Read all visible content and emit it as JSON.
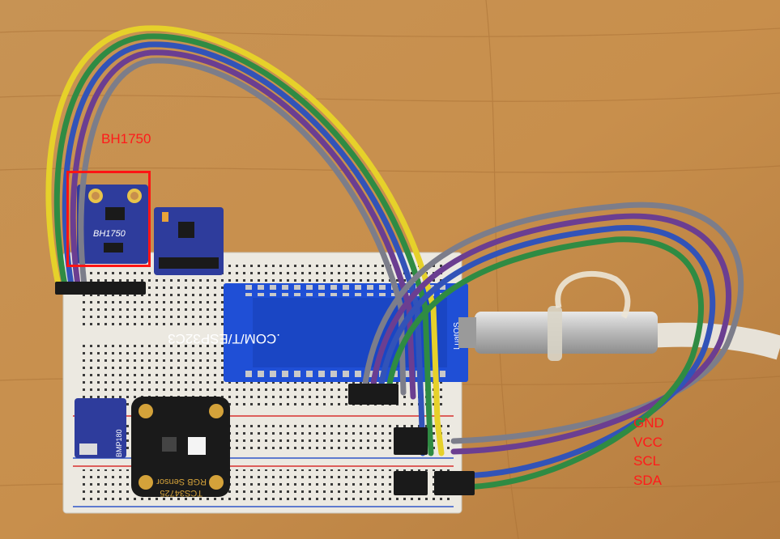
{
  "annotation": {
    "module_label": "BH1750",
    "pin_labels": [
      "GND",
      "VCC",
      "SCL",
      "SDA"
    ],
    "highlight_color": "#ff1414"
  },
  "board_text": {
    "bh1750_silkscreen": "BH1750",
    "esp_url": ".COM/T/ESP32C3",
    "esp_brand": "LuatOS",
    "rgb_line1": "TCS34725",
    "rgb_line2": "RGB Sensor",
    "bmp_label": "BMP180"
  },
  "colors": {
    "table": "#c8914f",
    "breadboard": "#ece9e1",
    "esp_board": "#1f4fd6",
    "module_blue": "#2e3c9c",
    "rgb_board": "#1a1a1a"
  }
}
